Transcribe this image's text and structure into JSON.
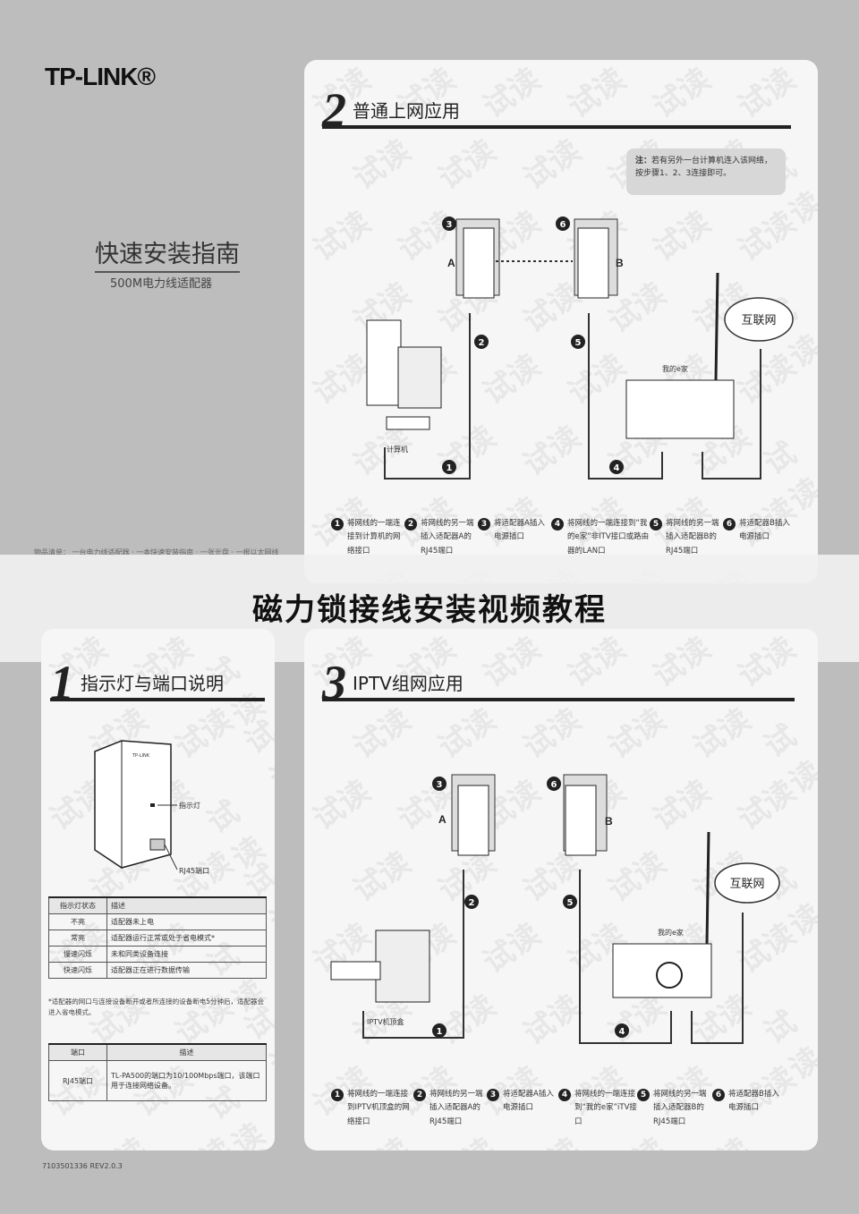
{
  "brand": "TP-LINK®",
  "cover": {
    "title": "快速安装指南",
    "subtitle": "500M电力线适配器",
    "package_label": "物品清单：",
    "package_items": [
      "一台电力线适配器",
      "一本快速安装指南",
      "一张光盘",
      "一根以太网线"
    ]
  },
  "banner": "磁力锁接线安装视频教程",
  "section1": {
    "num": "1",
    "title": "指示灯与端口说明",
    "led_label": "指示灯",
    "port_label": "RJ45端口",
    "device_brand": "TP-LINK",
    "led_table": {
      "headers": [
        "指示灯状态",
        "描述"
      ],
      "rows": [
        [
          "不亮",
          "适配器未上电"
        ],
        [
          "常亮",
          "适配器运行正常或处于省电模式*"
        ],
        [
          "慢速闪烁",
          "未和同类设备连接"
        ],
        [
          "快速闪烁",
          "适配器正在进行数据传输"
        ]
      ]
    },
    "led_note": "*适配器的网口与连接设备断开或者所连接的设备断电5分钟后，适配器会进入省电模式。",
    "port_table": {
      "headers": [
        "端口",
        "描述"
      ],
      "rows": [
        [
          "RJ45端口",
          "TL-PA500的端口为10/100Mbps端口，该端口用于连接网络设备。"
        ]
      ]
    }
  },
  "section2": {
    "num": "2",
    "title": "普通上网应用",
    "note_label": "注：",
    "note": "若有另外一台计算机连入该网络，按步骤1、2、3连接即可。",
    "labels": {
      "a": "A",
      "b": "B",
      "internet": "互联网",
      "router": "我的e家",
      "computer": "计算机"
    },
    "steps": [
      {
        "n": "1",
        "text": "将网线的一端连接到计算机的网络接口"
      },
      {
        "n": "2",
        "text": "将网线的另一端插入适配器A的RJ45端口"
      },
      {
        "n": "3",
        "text": "将适配器A插入电源插口"
      },
      {
        "n": "4",
        "text": "将网线的一端连接到“我的e家”非ITV接口或路由器的LAN口"
      },
      {
        "n": "5",
        "text": "将网线的另一端插入适配器B的RJ45端口"
      },
      {
        "n": "6",
        "text": "将适配器B插入电源插口"
      }
    ]
  },
  "section3": {
    "num": "3",
    "title": "IPTV组网应用",
    "labels": {
      "a": "A",
      "b": "B",
      "internet": "互联网",
      "router": "我的e家",
      "stb": "IPTV机顶盒"
    },
    "steps": [
      {
        "n": "1",
        "text": "将网线的一端连接到IPTV机顶盒的网络接口"
      },
      {
        "n": "2",
        "text": "将网线的另一端插入适配器A的RJ45端口"
      },
      {
        "n": "3",
        "text": "将适配器A插入电源插口"
      },
      {
        "n": "4",
        "text": "将网线的一端连接到“我的e家”iTV接口"
      },
      {
        "n": "5",
        "text": "将网线的另一端插入适配器B的RJ45端口"
      },
      {
        "n": "6",
        "text": "将适配器B插入电源插口"
      }
    ]
  },
  "watermark": "试读",
  "doc_number": "7103501336  REV2.0.3"
}
